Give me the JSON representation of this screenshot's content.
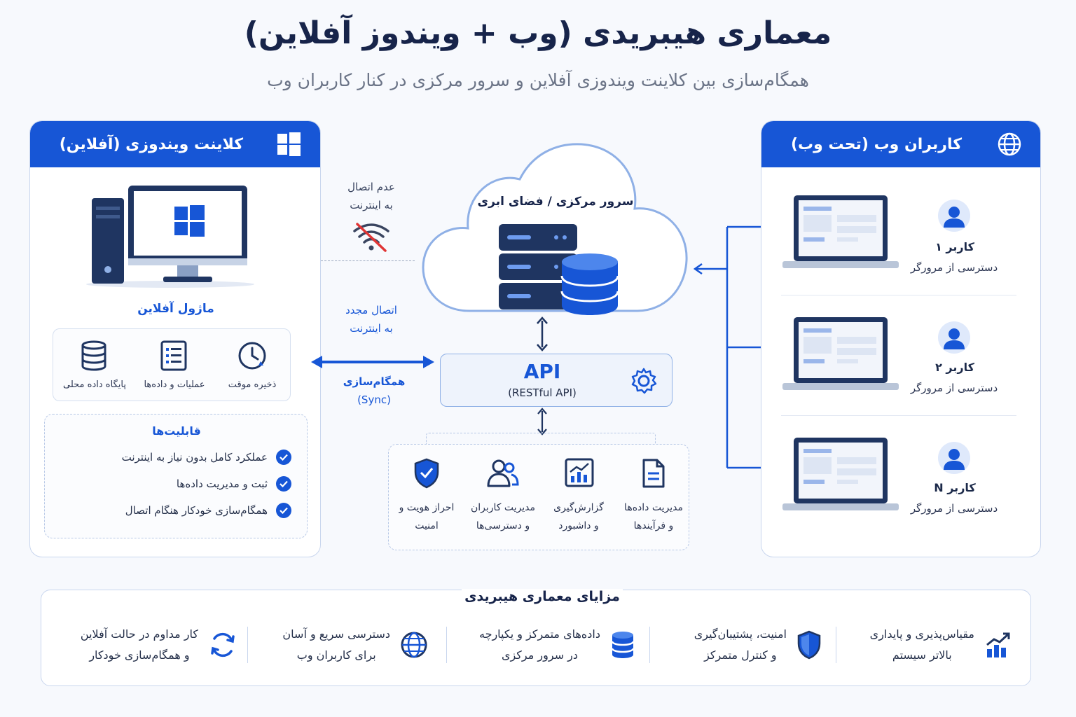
{
  "header": {
    "title": "معماری هیبریدی (وب + ویندوز آفلاین)",
    "subtitle": "همگام‌سازی بین کلاینت ویندوزی آفلاین و سرور مرکزی در کنار کاربران وب"
  },
  "left_panel": {
    "title": "کلاینت ویندوزی (آفلاین)",
    "module_title": "ماژول آفلاین",
    "modules": [
      {
        "label": "ذخیره موقت",
        "icon": "clock-icon"
      },
      {
        "label": "عملیات و داده‌ها",
        "icon": "list-icon"
      },
      {
        "label": "پایگاه داده محلی",
        "icon": "database-icon"
      }
    ],
    "capabilities_title": "قابلیت‌ها",
    "capabilities": [
      "عملکرد کامل بدون نیاز به اینترنت",
      "ثبت و مدیریت داده‌ها",
      "همگام‌سازی خودکار هنگام اتصال"
    ]
  },
  "connection": {
    "offline_line1": "عدم اتصال",
    "offline_line2": "به اینترنت",
    "reconnect_line1": "اتصال مجدد",
    "reconnect_line2": "به اینترنت",
    "sync_line1": "همگام‌سازی",
    "sync_line2": "(Sync)"
  },
  "cloud": {
    "title": "سرور مرکزی / فضای ابری"
  },
  "api": {
    "title": "API",
    "subtitle": "(RESTful API)"
  },
  "services": [
    {
      "line1": "مدیریت داده‌ها",
      "line2": "و فرآیندها",
      "icon": "document-icon"
    },
    {
      "line1": "گزارش‌گیری",
      "line2": "و داشبورد",
      "icon": "chart-icon"
    },
    {
      "line1": "مدیریت کاربران",
      "line2": "و دسترسی‌ها",
      "icon": "users-icon"
    },
    {
      "line1": "احراز هویت و",
      "line2": "امنیت",
      "icon": "shield-icon"
    }
  ],
  "right_panel": {
    "title": "کاربران وب (تحت وب)",
    "users": [
      {
        "name": "کاربر ۱",
        "sub": "دسترسی از مرورگر"
      },
      {
        "name": "کاربر ۲",
        "sub": "دسترسی از مرورگر"
      },
      {
        "name": "کاربر N",
        "sub": "دسترسی از مرورگر"
      }
    ]
  },
  "benefits": {
    "title": "مزایای معماری هیبریدی",
    "items": [
      {
        "line1": "مقیاس‌پذیری و پایداری",
        "line2": "بالاتر سیستم",
        "icon": "growth-chart-icon"
      },
      {
        "line1": "امنیت، پشتیبان‌گیری",
        "line2": "و کنترل متمرکز",
        "icon": "shield-icon"
      },
      {
        "line1": "داده‌های متمرکز و یکپارچه",
        "line2": "در سرور مرکزی",
        "icon": "database-icon"
      },
      {
        "line1": "دسترسی سریع و آسان",
        "line2": "برای کاربران وب",
        "icon": "globe-icon"
      },
      {
        "line1": "کار مداوم در حالت آفلاین",
        "line2": "و همگام‌سازی خودکار",
        "icon": "sync-icon"
      }
    ]
  },
  "colors": {
    "primary": "#1756d6",
    "dark_navy": "#17244a",
    "panel_border": "#c9d6ee"
  }
}
